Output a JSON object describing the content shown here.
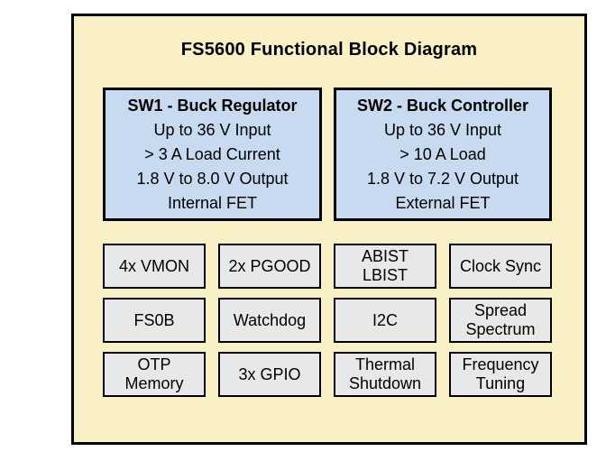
{
  "diagram": {
    "title": "FS5600 Functional Block Diagram",
    "colors": {
      "panel_bg": "#faf0c6",
      "regulator_bg": "#c8daf0",
      "feature_bg": "#e8e8e8",
      "border": "#000000",
      "text": "#000000",
      "page_bg": "#ffffff"
    },
    "regulators": [
      {
        "title": "SW1 - Buck Regulator",
        "lines": [
          "Up to 36 V Input",
          "> 3 A Load Current",
          "1.8 V to 8.0 V Output",
          "Internal FET"
        ]
      },
      {
        "title": "SW2 - Buck Controller",
        "lines": [
          "Up to 36 V Input",
          "> 10 A Load",
          "1.8 V to 7.2 V Output",
          "External FET"
        ]
      }
    ],
    "features": [
      [
        "4x VMON",
        "2x PGOOD",
        "ABIST\nLBIST",
        "Clock Sync"
      ],
      [
        "FS0B",
        "Watchdog",
        "I2C",
        "Spread\nSpectrum"
      ],
      [
        "OTP\nMemory",
        "3x GPIO",
        "Thermal\nShutdown",
        "Frequency\nTuning"
      ]
    ]
  }
}
